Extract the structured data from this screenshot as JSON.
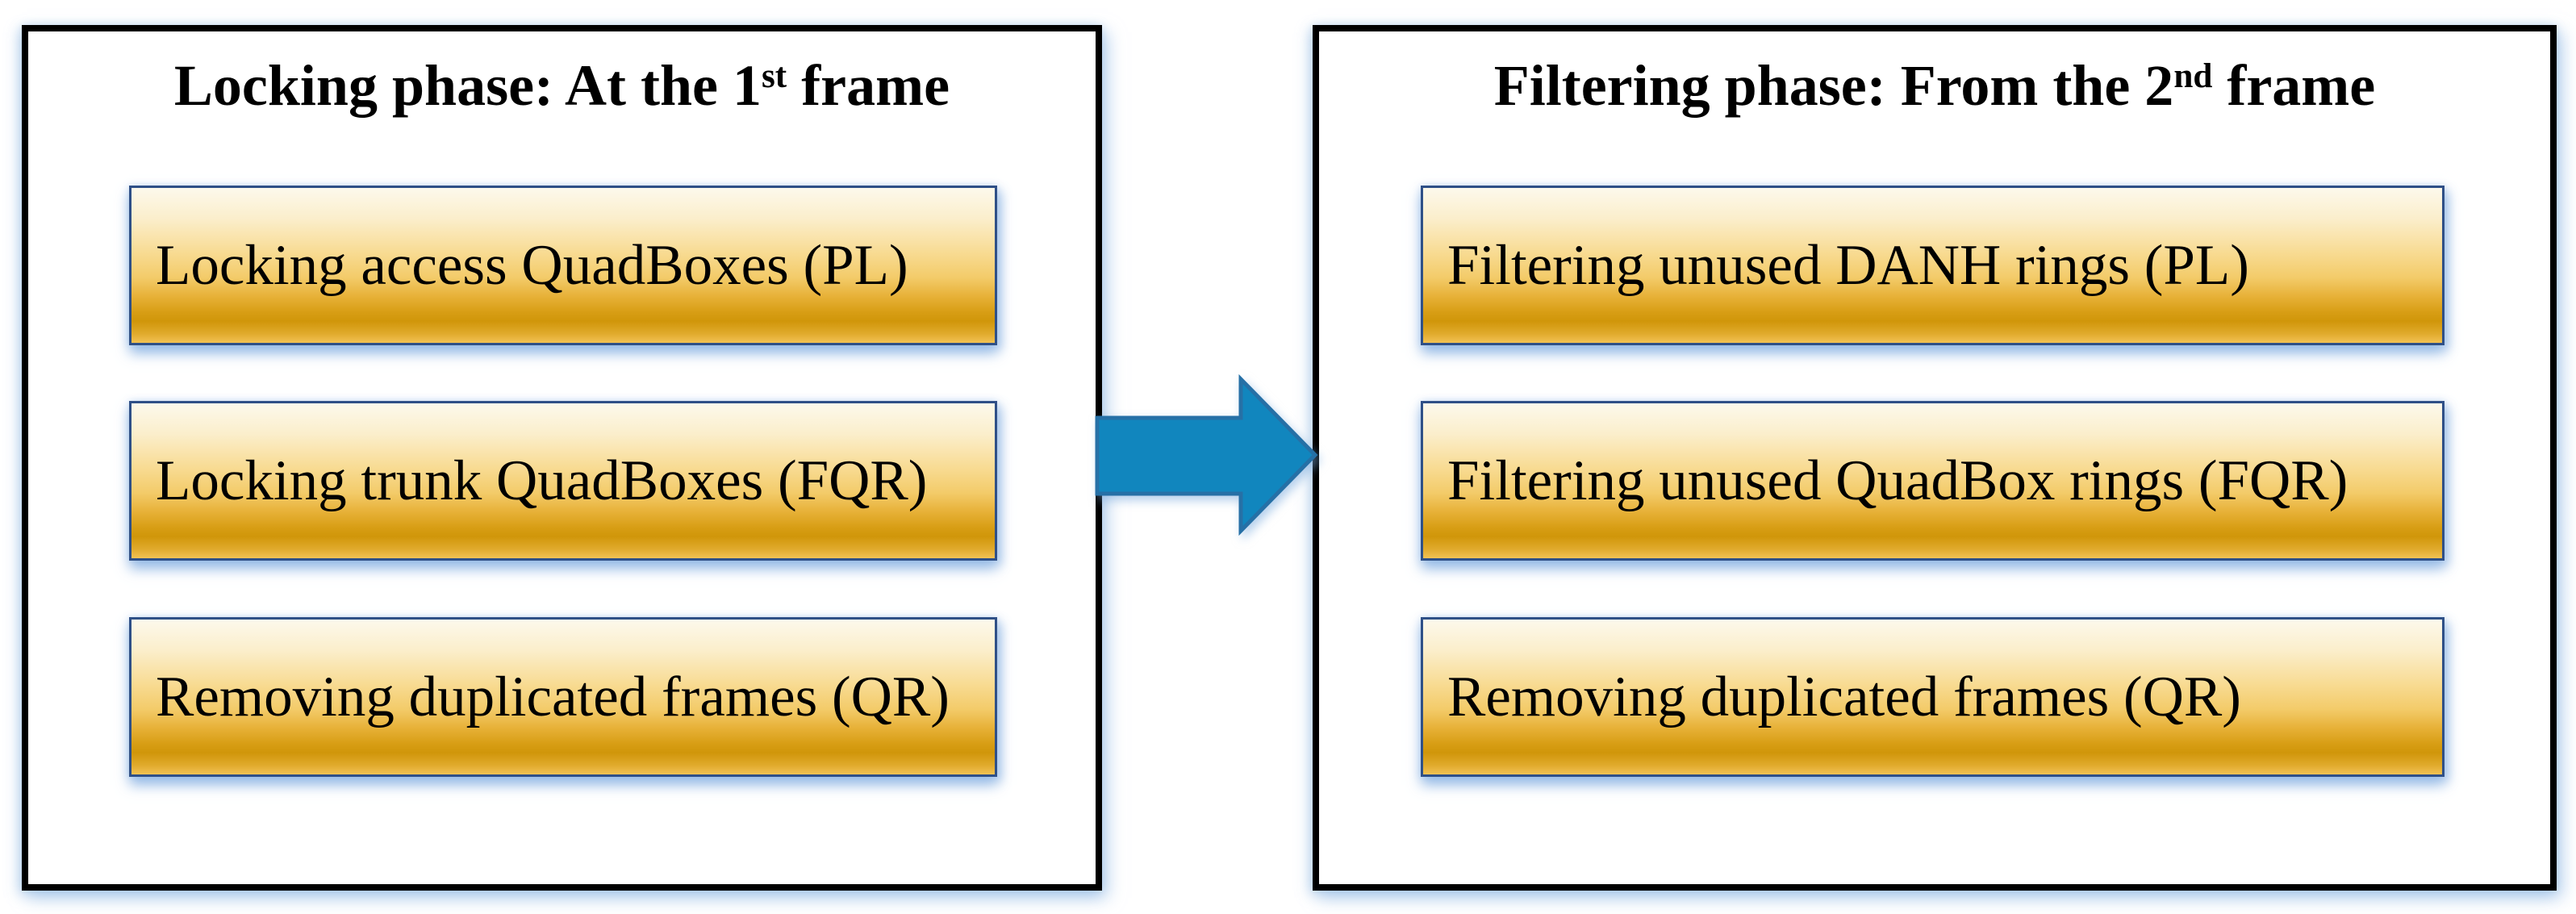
{
  "diagram": {
    "panels": [
      {
        "name": "locking-phase",
        "title_prefix": "Locking phase: At the 1",
        "title_sup": "st",
        "title_suffix": " frame",
        "boxes": [
          "Locking access QuadBoxes (PL)",
          "Locking trunk QuadBoxes (FQR)",
          "Removing duplicated frames (QR)"
        ]
      },
      {
        "name": "filtering-phase",
        "title_prefix": "Filtering phase: From the 2",
        "title_sup": "nd",
        "title_suffix": " frame",
        "boxes": [
          "Filtering unused DANH rings (PL)",
          "Filtering unused QuadBox rings (FQR)",
          "Removing duplicated frames (QR)"
        ]
      }
    ],
    "arrow": {
      "icon": "right-arrow",
      "fill": "#1186BE",
      "stroke": "#2670A6"
    },
    "colors": {
      "panel_border": "#000000",
      "box_border": "#2F5087",
      "box_gradient_top": "#FCF9EC",
      "box_gradient_mid": "#F5CE6E",
      "box_gradient_dark": "#D0960A",
      "box_gradient_bottom": "#F2C254",
      "glow": "#8FB8E4"
    }
  }
}
